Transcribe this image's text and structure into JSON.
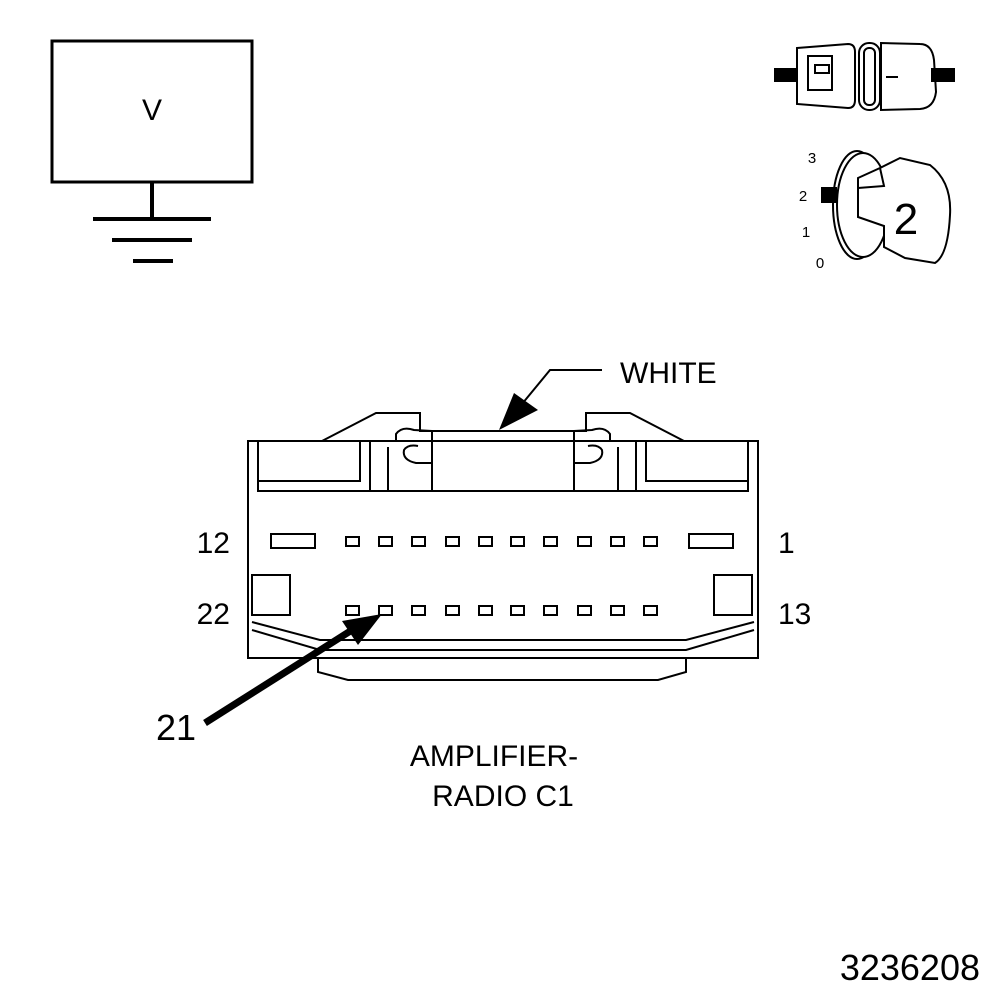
{
  "meter": {
    "label": "V"
  },
  "ignition": {
    "positions": [
      "3",
      "2",
      "1",
      "0"
    ],
    "selected": "2"
  },
  "connector": {
    "color_label": "WHITE",
    "pin_left_top": "12",
    "pin_right_top": "1",
    "pin_left_bottom": "22",
    "pin_right_bottom": "13",
    "callout_pin": "21",
    "name_line1": "AMPLIFIER-",
    "name_line2": "RADIO C1"
  },
  "figure_id": "3236208"
}
